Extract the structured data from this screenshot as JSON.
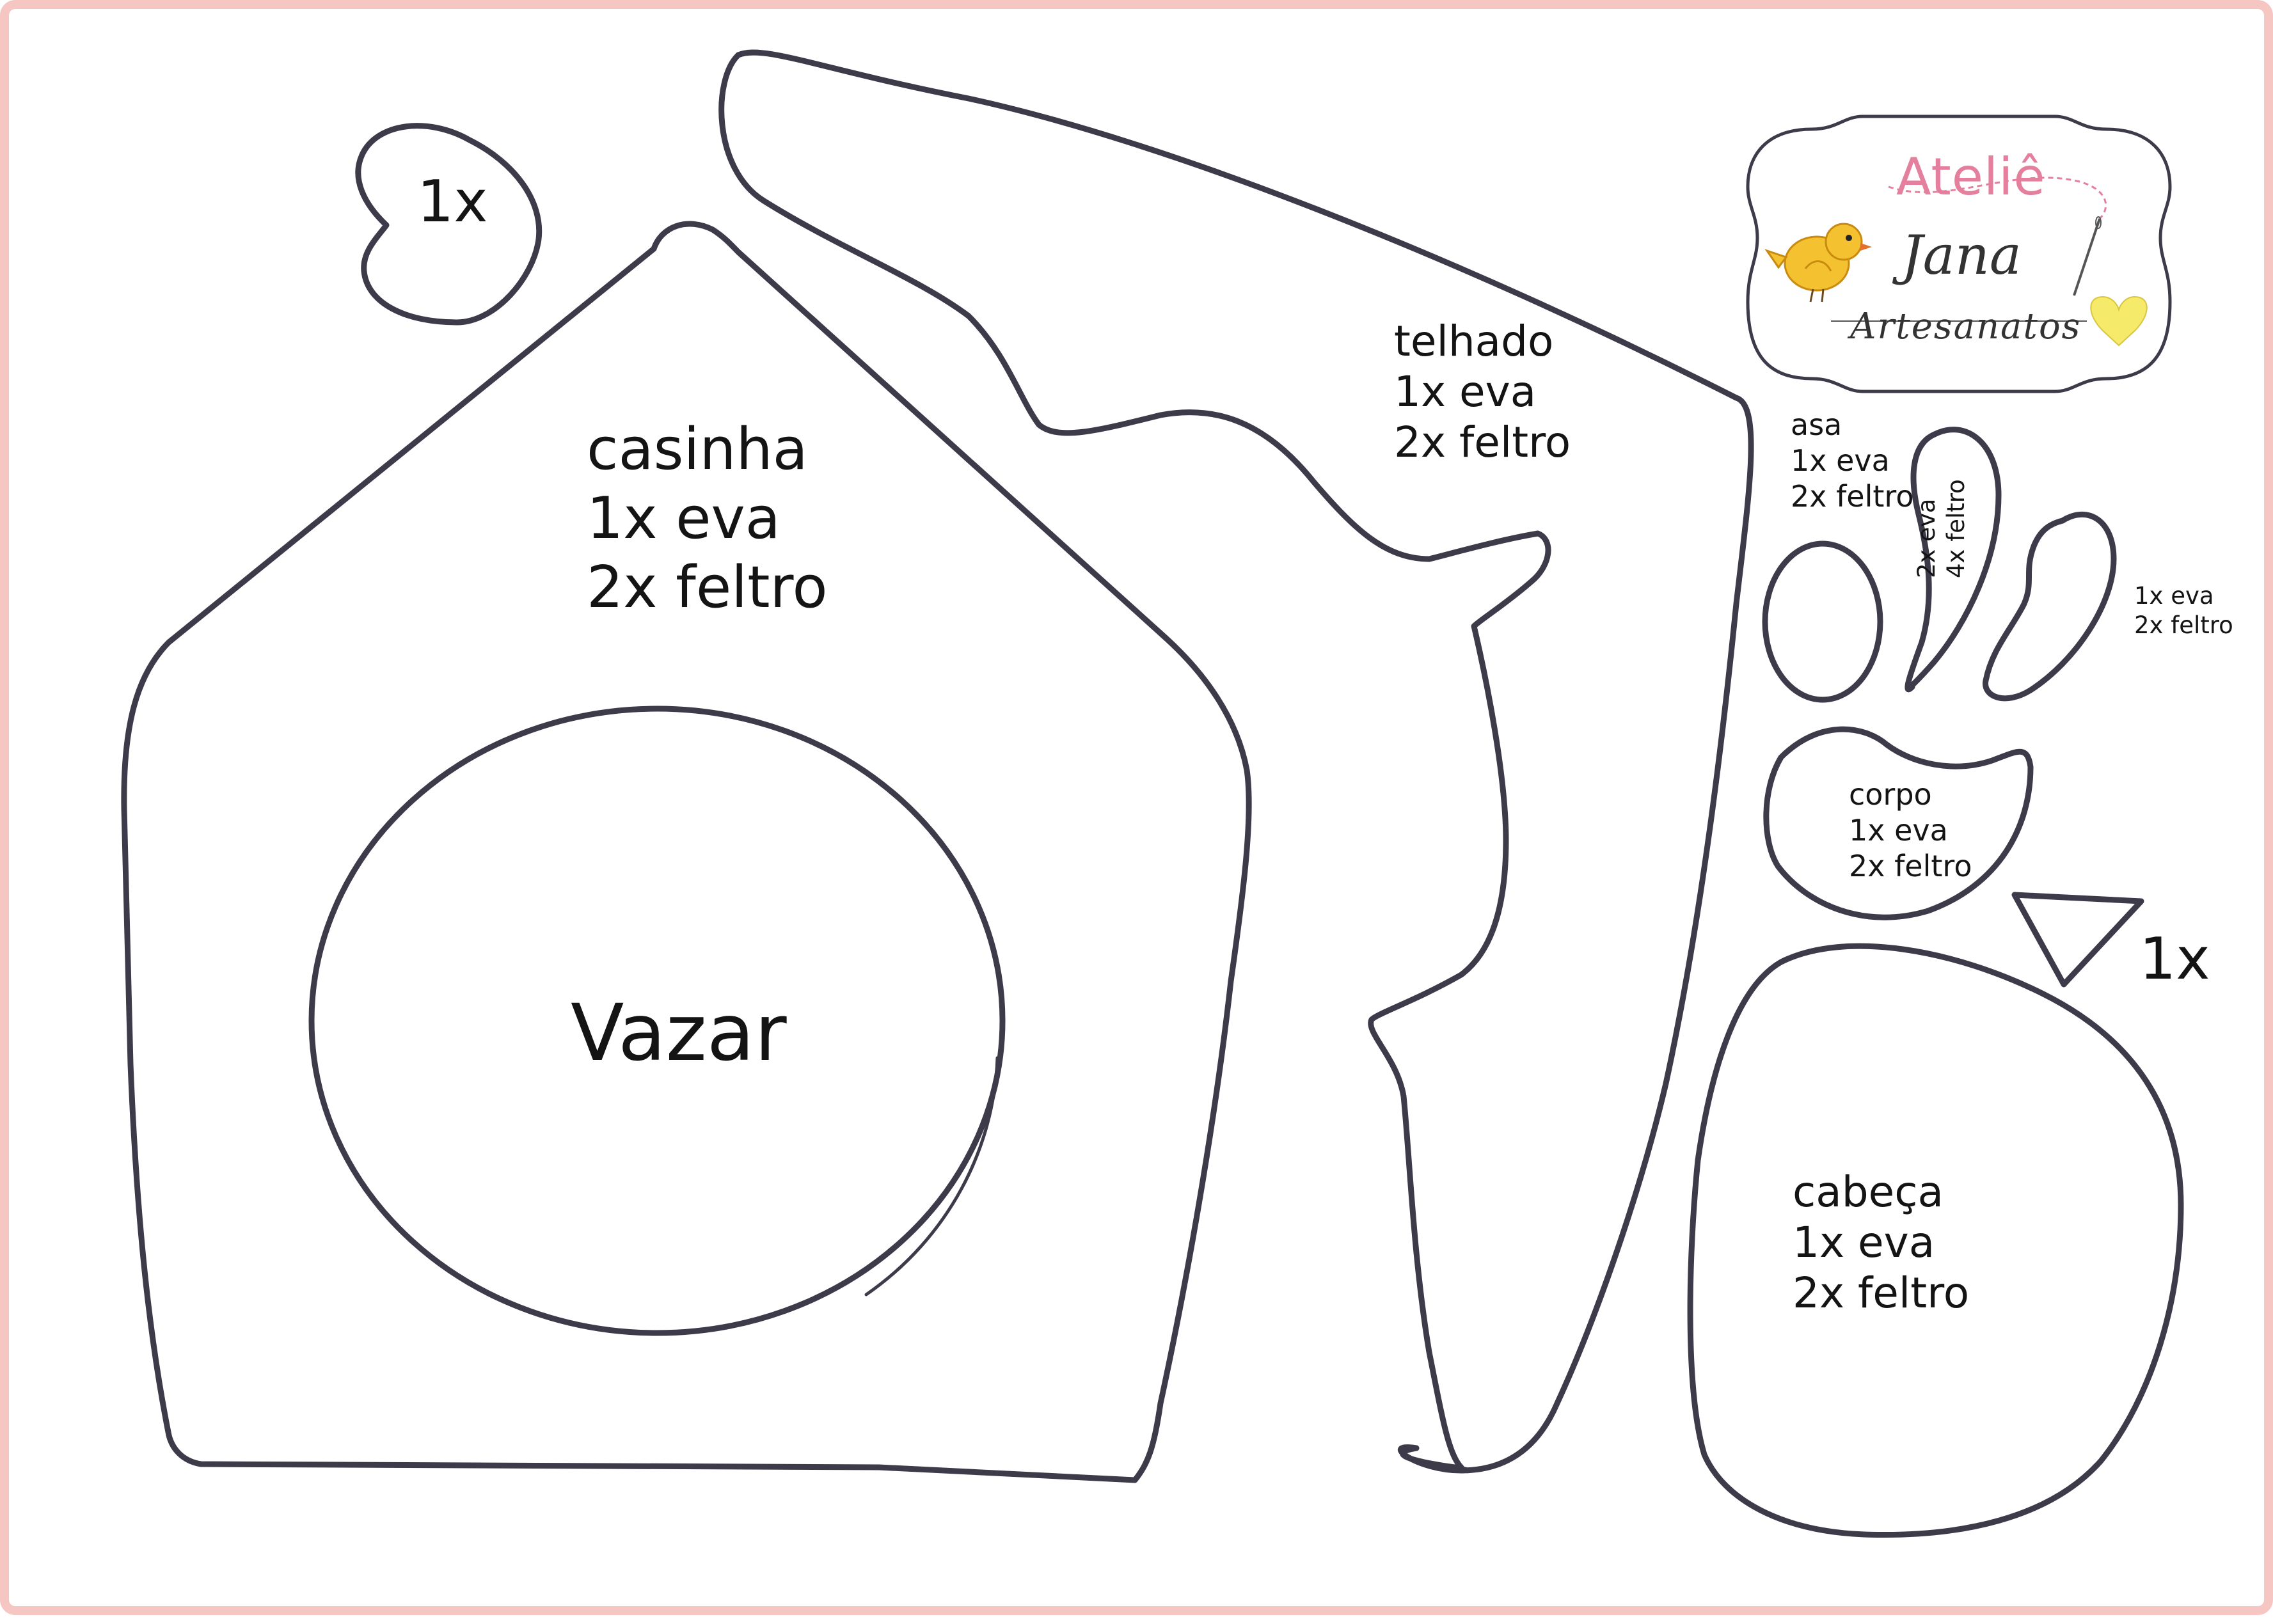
{
  "brand": {
    "line1": "Ateliê",
    "line2": "Jana",
    "line3": "Artesanatos",
    "accent_color": "#e4809d",
    "bird_color": "#f4c230",
    "heart_color": "#f6ea6a",
    "icons": [
      "bird-icon",
      "needle-icon",
      "heart-icon"
    ]
  },
  "pieces": {
    "heart": {
      "qty": "1x"
    },
    "casinha": {
      "name": "casinha",
      "eva": "1x eva",
      "feltro": "2x feltro"
    },
    "hole": {
      "text": "Vazar"
    },
    "telhado": {
      "name": "telhado",
      "eva": "1x eva",
      "feltro": "2x feltro"
    },
    "asa": {
      "name": "asa",
      "eva": "1x eva",
      "feltro": "2x feltro"
    },
    "wing_middle": {
      "eva": "2x eva",
      "feltro": "4x feltro"
    },
    "wing_right": {
      "eva": "1x eva",
      "feltro": "2x feltro"
    },
    "corpo": {
      "name": "corpo",
      "eva": "1x eva",
      "feltro": "2x feltro"
    },
    "beak": {
      "qty": "1x"
    },
    "cabeca": {
      "name": "cabeça",
      "eva": "1x eva",
      "feltro": "2x feltro"
    }
  },
  "colors": {
    "outline": "#3d3a4a",
    "frame": "#f6c6c2",
    "text": "#141414"
  }
}
